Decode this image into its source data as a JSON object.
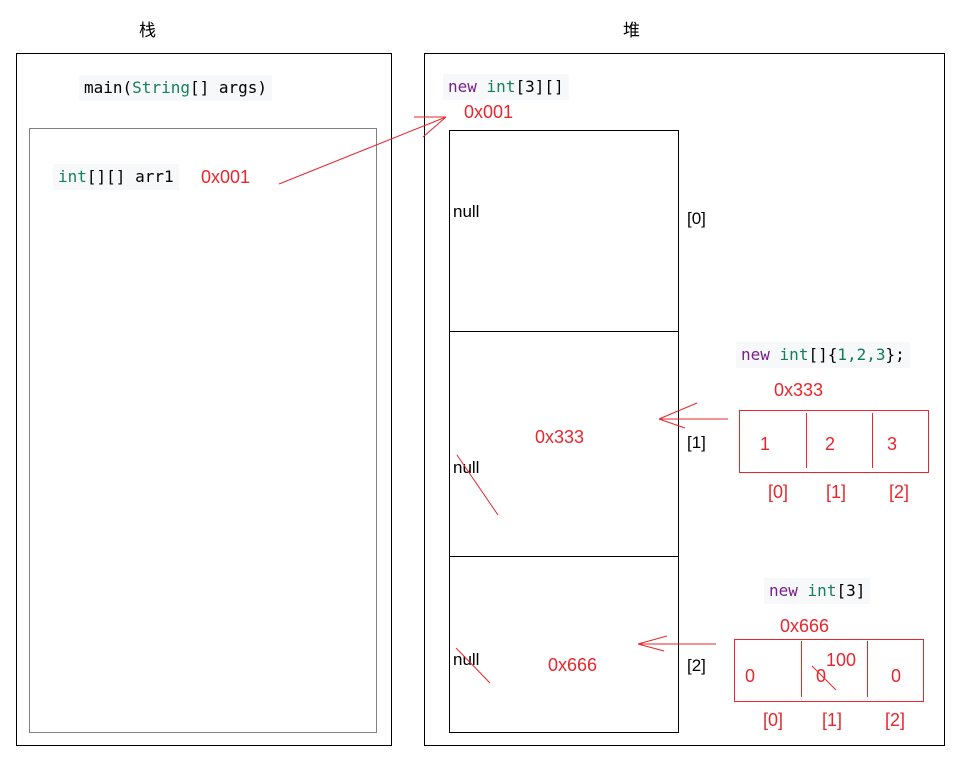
{
  "stack": {
    "title": "栈",
    "method": {
      "name": "main",
      "open": "(",
      "param_type": "String",
      "param_rest": "[] args",
      "close": ")"
    },
    "variable": {
      "type": "int",
      "type_rest": "[][] arr1",
      "address": "0x001"
    }
  },
  "heap": {
    "title": "堆",
    "outer_array": {
      "expr_kw": "new",
      "expr_type": "int",
      "expr_rest": "[3][]",
      "address": "0x001",
      "cells": [
        {
          "index": "[0]",
          "value": "null",
          "crossed": false,
          "new_value": ""
        },
        {
          "index": "[1]",
          "value": "null",
          "crossed": true,
          "new_value": "0x333"
        },
        {
          "index": "[2]",
          "value": "null",
          "crossed": true,
          "new_value": "0x666"
        }
      ]
    },
    "array_a": {
      "expr_kw": "new",
      "expr_type": "int",
      "expr_mid": "[]{",
      "expr_nums": "1,2,3",
      "expr_end": "};",
      "address": "0x333",
      "cells": [
        {
          "index": "[0]",
          "value": "1"
        },
        {
          "index": "[1]",
          "value": "2"
        },
        {
          "index": "[2]",
          "value": "3"
        }
      ]
    },
    "array_b": {
      "expr_kw": "new",
      "expr_type": "int",
      "expr_rest": "[3]",
      "address": "0x666",
      "cells": [
        {
          "index": "[0]",
          "value": "0",
          "crossed": false,
          "new_value": ""
        },
        {
          "index": "[1]",
          "value": "0",
          "crossed": true,
          "new_value": "100"
        },
        {
          "index": "[2]",
          "value": "0",
          "crossed": false,
          "new_value": ""
        }
      ]
    }
  },
  "colors": {
    "pointer": "#e8262d",
    "border": "#000000",
    "frame_inner": "#808080"
  }
}
